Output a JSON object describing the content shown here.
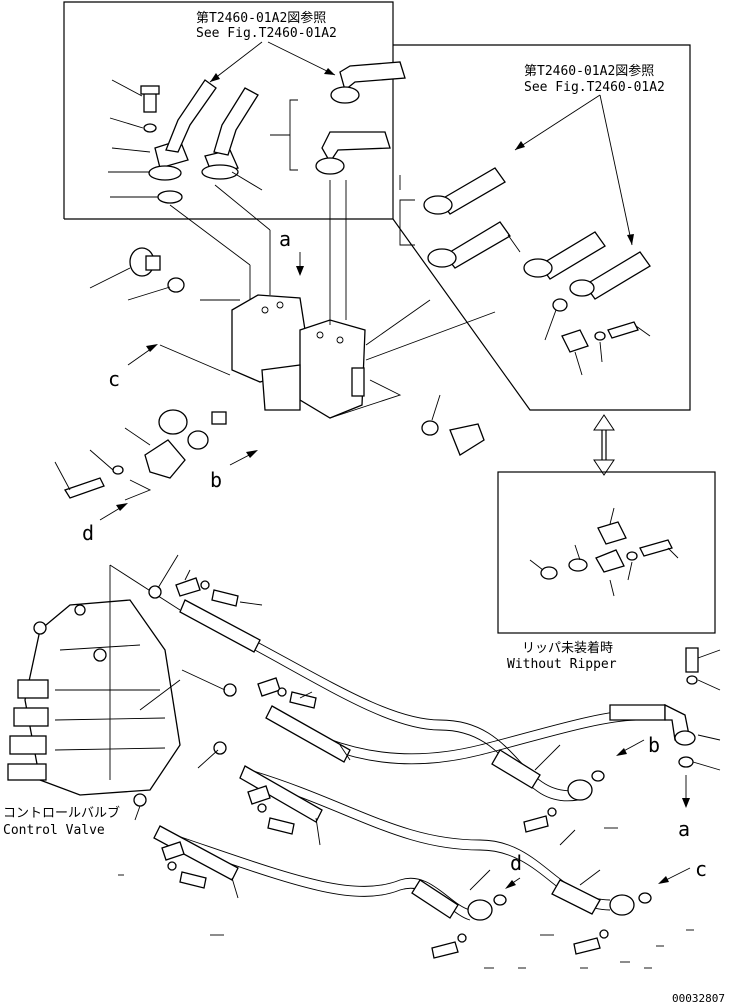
{
  "ref_top": {
    "jp": "第T2460-01A2図参照",
    "en": "See Fig.T2460-01A2"
  },
  "ref_right": {
    "jp": "第T2460-01A2図参照",
    "en": "See Fig.T2460-01A2"
  },
  "without_ripper": {
    "jp": "リッパ未装着時",
    "en": "Without Ripper"
  },
  "control_valve": {
    "jp": "コントロールバルブ",
    "en": "Control Valve"
  },
  "markers": {
    "a": "a",
    "b": "b",
    "c": "c",
    "d": "d"
  },
  "drawing_number": "00032807"
}
